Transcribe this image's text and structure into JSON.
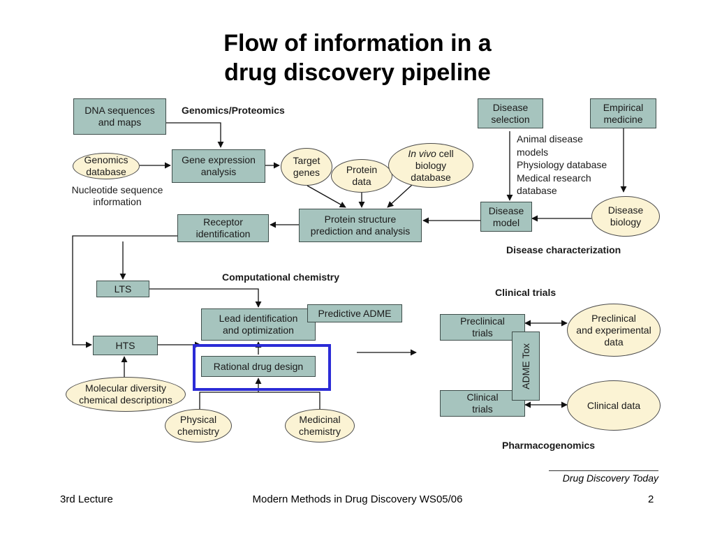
{
  "title": {
    "line1": "Flow of information in a",
    "line2": "drug discovery pipeline"
  },
  "sections": {
    "genomics": "Genomics/Proteomics",
    "comp_chem": "Computational chemistry",
    "disease_char": "Disease characterization",
    "clinical": "Clinical trials",
    "pharmaco": "Pharmacogenomics"
  },
  "boxes": {
    "dna": "DNA sequences\nand maps",
    "gene_expr": "Gene expression\nanalysis",
    "protein_struct": "Protein structure\nprediction and analysis",
    "receptor": "Receptor\nidentification",
    "lts": "LTS",
    "hts": "HTS",
    "lead": "Lead identification\nand optimization",
    "pred_adme": "Predictive ADME",
    "rational": "Rational drug design",
    "disease_sel": "Disease\nselection",
    "empirical": "Empirical\nmedicine",
    "disease_model": "Disease\nmodel",
    "preclinical": "Preclinical\ntrials",
    "clinical": "Clinical\ntrials",
    "adme_tox": "ADME Tox"
  },
  "ellipses": {
    "genomics_db": "Genomics\ndatabase",
    "target_genes": "Target\ngenes",
    "protein_data": "Protein\ndata",
    "in_vivo_italic": "In vivo",
    "in_vivo_rest": " cell\nbiology\ndatabase",
    "disease_biology": "Disease\nbiology",
    "molecular_diversity": "Molecular diversity\nchemical descriptions",
    "physical_chem": "Physical\nchemistry",
    "medicinal_chem": "Medicinal\nchemistry",
    "preclinical_data": "Preclinical\nand experimental\ndata",
    "clinical_data": "Clinical data"
  },
  "labels": {
    "nucleotide": "Nucleotide sequence\ninformation",
    "disease_sources": "Animal disease\nmodels\nPhysiology database\nMedical research\ndatabase"
  },
  "source": "Drug Discovery Today",
  "footer": {
    "left": "3rd Lecture",
    "center": "Modern Methods in Drug Discovery WS05/06",
    "right": "2"
  },
  "colors": {
    "box_fill": "#a6c4be",
    "ellipse_fill": "#fbf3d4",
    "highlight": "#2b2bd6"
  }
}
